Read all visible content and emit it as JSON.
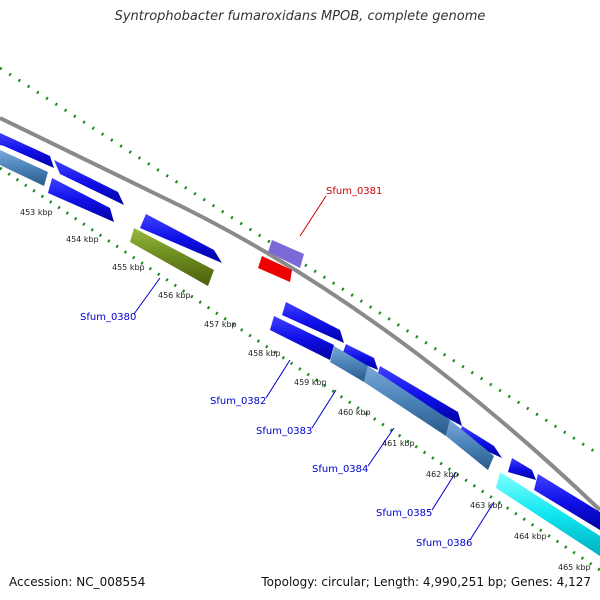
{
  "title": "Syntrophobacter fumaroxidans MPOB, complete genome",
  "footer": {
    "accession": "Accession: NC_008554",
    "summary": "Topology: circular; Length: 4,990,251 bp; Genes: 4,127"
  },
  "scale_labels": [
    "453 kbp",
    "454 kbp",
    "455 kbp",
    "456 kbp",
    "457 kbp",
    "458 kbp",
    "459 kbp",
    "460 kbp",
    "461 kbp",
    "462 kbp",
    "463 kbp",
    "464 kbp",
    "465 kbp"
  ],
  "gene_labels": [
    {
      "name": "Sfum_0380",
      "color": "#0000cc"
    },
    {
      "name": "Sfum_0381",
      "color": "#cc0000"
    },
    {
      "name": "Sfum_0382",
      "color": "#0000cc"
    },
    {
      "name": "Sfum_0383",
      "color": "#0000cc"
    },
    {
      "name": "Sfum_0384",
      "color": "#0000cc"
    },
    {
      "name": "Sfum_0385",
      "color": "#0000cc"
    },
    {
      "name": "Sfum_0386",
      "color": "#0000cc"
    }
  ],
  "colors": {
    "cds": "#1010e8",
    "cds_light": "#4a82b8",
    "rna_olive": "#6b8a1e",
    "purple": "#7a6ad8",
    "red": "#ee0000",
    "cyan": "#10e6f0",
    "backbone": "#8a8a8a",
    "dots": "#1d8a1d"
  }
}
